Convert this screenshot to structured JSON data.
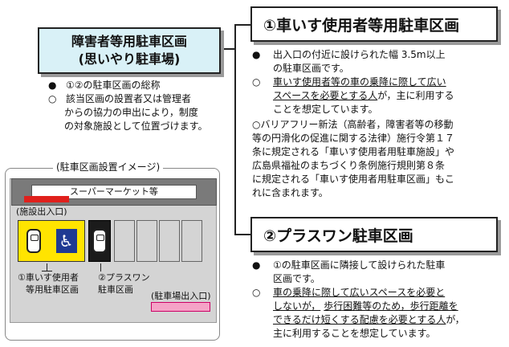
{
  "left_title": {
    "line1": "障害者等用駐車区画",
    "line2": "(思いやり駐車場)"
  },
  "left_bullets": [
    {
      "mark": "●",
      "text": "①②の駐車区画の総称"
    },
    {
      "mark": "○",
      "text": "該当区画の設置者又は管理者"
    },
    {
      "mark": "",
      "text": "からの協力の申出により，制度"
    },
    {
      "mark": "",
      "text": "の対象施設として位置づけます。"
    }
  ],
  "diagram": {
    "caption": "(駐車区画設置イメージ)",
    "store_label": "スーパーマーケット等",
    "building_entrance": "(施設出入口)",
    "label_1_line1": "①車いす使用者",
    "label_1_line2": "等用駐車区画",
    "label_2_line1": "②プラスワン",
    "label_2_line2": "駐車区画",
    "lot_entrance": "(駐車場出入口)",
    "wheelchair_symbol": "♿"
  },
  "section1": {
    "heading": "①車いす使用者等用駐車区画",
    "b1_mark": "●",
    "b1_line1": "出入口の付近に設けられた幅 3.5m以上",
    "b1_line2": "の駐車区画です。",
    "b2_mark": "○",
    "b2_line1": "車いす使用者等の車の乗降に際して広い",
    "b2_line2": "スペースを必要とする人",
    "b2_line2_tail": "が，主に利用する",
    "b2_line3": "ことを想定しています。",
    "b3_line1": "○バリアフリー新法（高齢者，障害者等の移動",
    "b3_line2": "等の円滑化の促進に関する法律）施行令第１７",
    "b3_line3": "条に規定される「車いす使用者用駐車施設」や",
    "b3_line4": "広島県福祉のまちづくり条例施行規則第８条",
    "b3_line5": "に規定される「車いす使用者用駐車区画」もこ",
    "b3_line6": "れに含まれます。"
  },
  "section2": {
    "heading": "②プラスワン駐車区画",
    "b1_mark": "●",
    "b1_line1": "①の駐車区画に隣接して設けられた駐車",
    "b1_line2": "区画です。",
    "b2_mark": "○",
    "b2_line1": "車の乗降に際して広いスペースを必要と",
    "b2_line2a": "しないが，",
    "b2_line2b": "歩行困難等のため，歩行距離を",
    "b2_line3": "できるだけ短くする配慮を必要とする人",
    "b2_line3_tail": "が，",
    "b2_line4": "主に利用することを想定しています。"
  }
}
